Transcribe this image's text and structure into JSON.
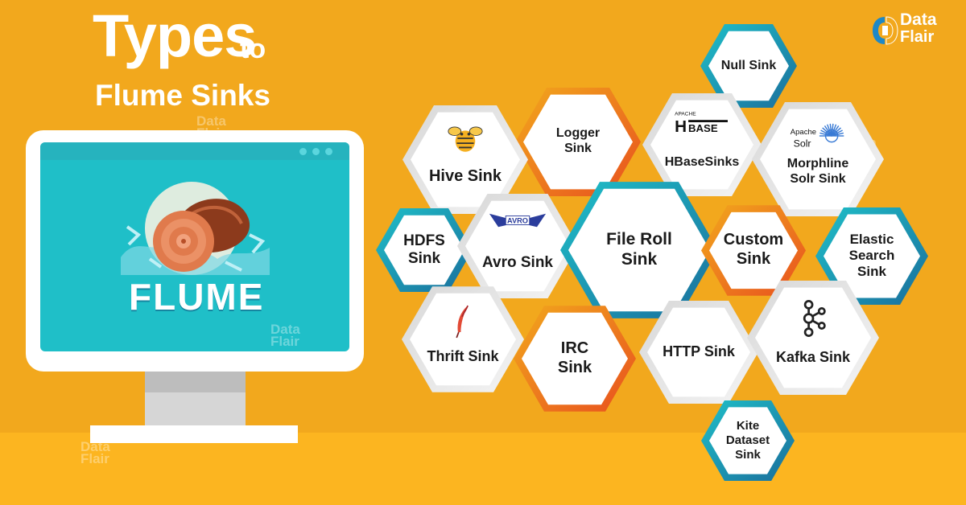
{
  "title": {
    "line1": "Types",
    "line1_suffix": "to",
    "line2": "Flume Sinks"
  },
  "brand": {
    "line1": "Data",
    "line2": "Flair"
  },
  "monitor": {
    "logo_text": "FLUME"
  },
  "sinks": [
    {
      "id": "null",
      "label": "Null Sink"
    },
    {
      "id": "logger",
      "label": "Logger Sink"
    },
    {
      "id": "hbase",
      "label": "HBaseSinks",
      "icon_text_top": "APACHE",
      "icon_text_main": "HBASE"
    },
    {
      "id": "morphline",
      "label": "Morphline Solr Sink",
      "icon_text_top": "Apache",
      "icon_text_main": "Solr"
    },
    {
      "id": "hive",
      "label": "Hive Sink"
    },
    {
      "id": "hdfs",
      "label": "HDFS Sink"
    },
    {
      "id": "avro",
      "label": "Avro Sink",
      "icon_text_main": "AVRO"
    },
    {
      "id": "fileroll",
      "label": "File Roll Sink"
    },
    {
      "id": "custom",
      "label": "Custom Sink"
    },
    {
      "id": "elastic",
      "label": "Elastic Search Sink"
    },
    {
      "id": "thrift",
      "label": "Thrift Sink"
    },
    {
      "id": "irc",
      "label": "IRC Sink"
    },
    {
      "id": "http",
      "label": "HTTP Sink"
    },
    {
      "id": "kafka",
      "label": "Kafka Sink"
    },
    {
      "id": "kite",
      "label": "Kite Dataset Sink"
    }
  ],
  "colors": {
    "background": "#f2a81d",
    "floor": "#fcb520",
    "teal": "#1fbfc8",
    "blue_border": "#1a6e9c",
    "orange_border": "#e8501e",
    "white_border": "#f4f4f4"
  }
}
